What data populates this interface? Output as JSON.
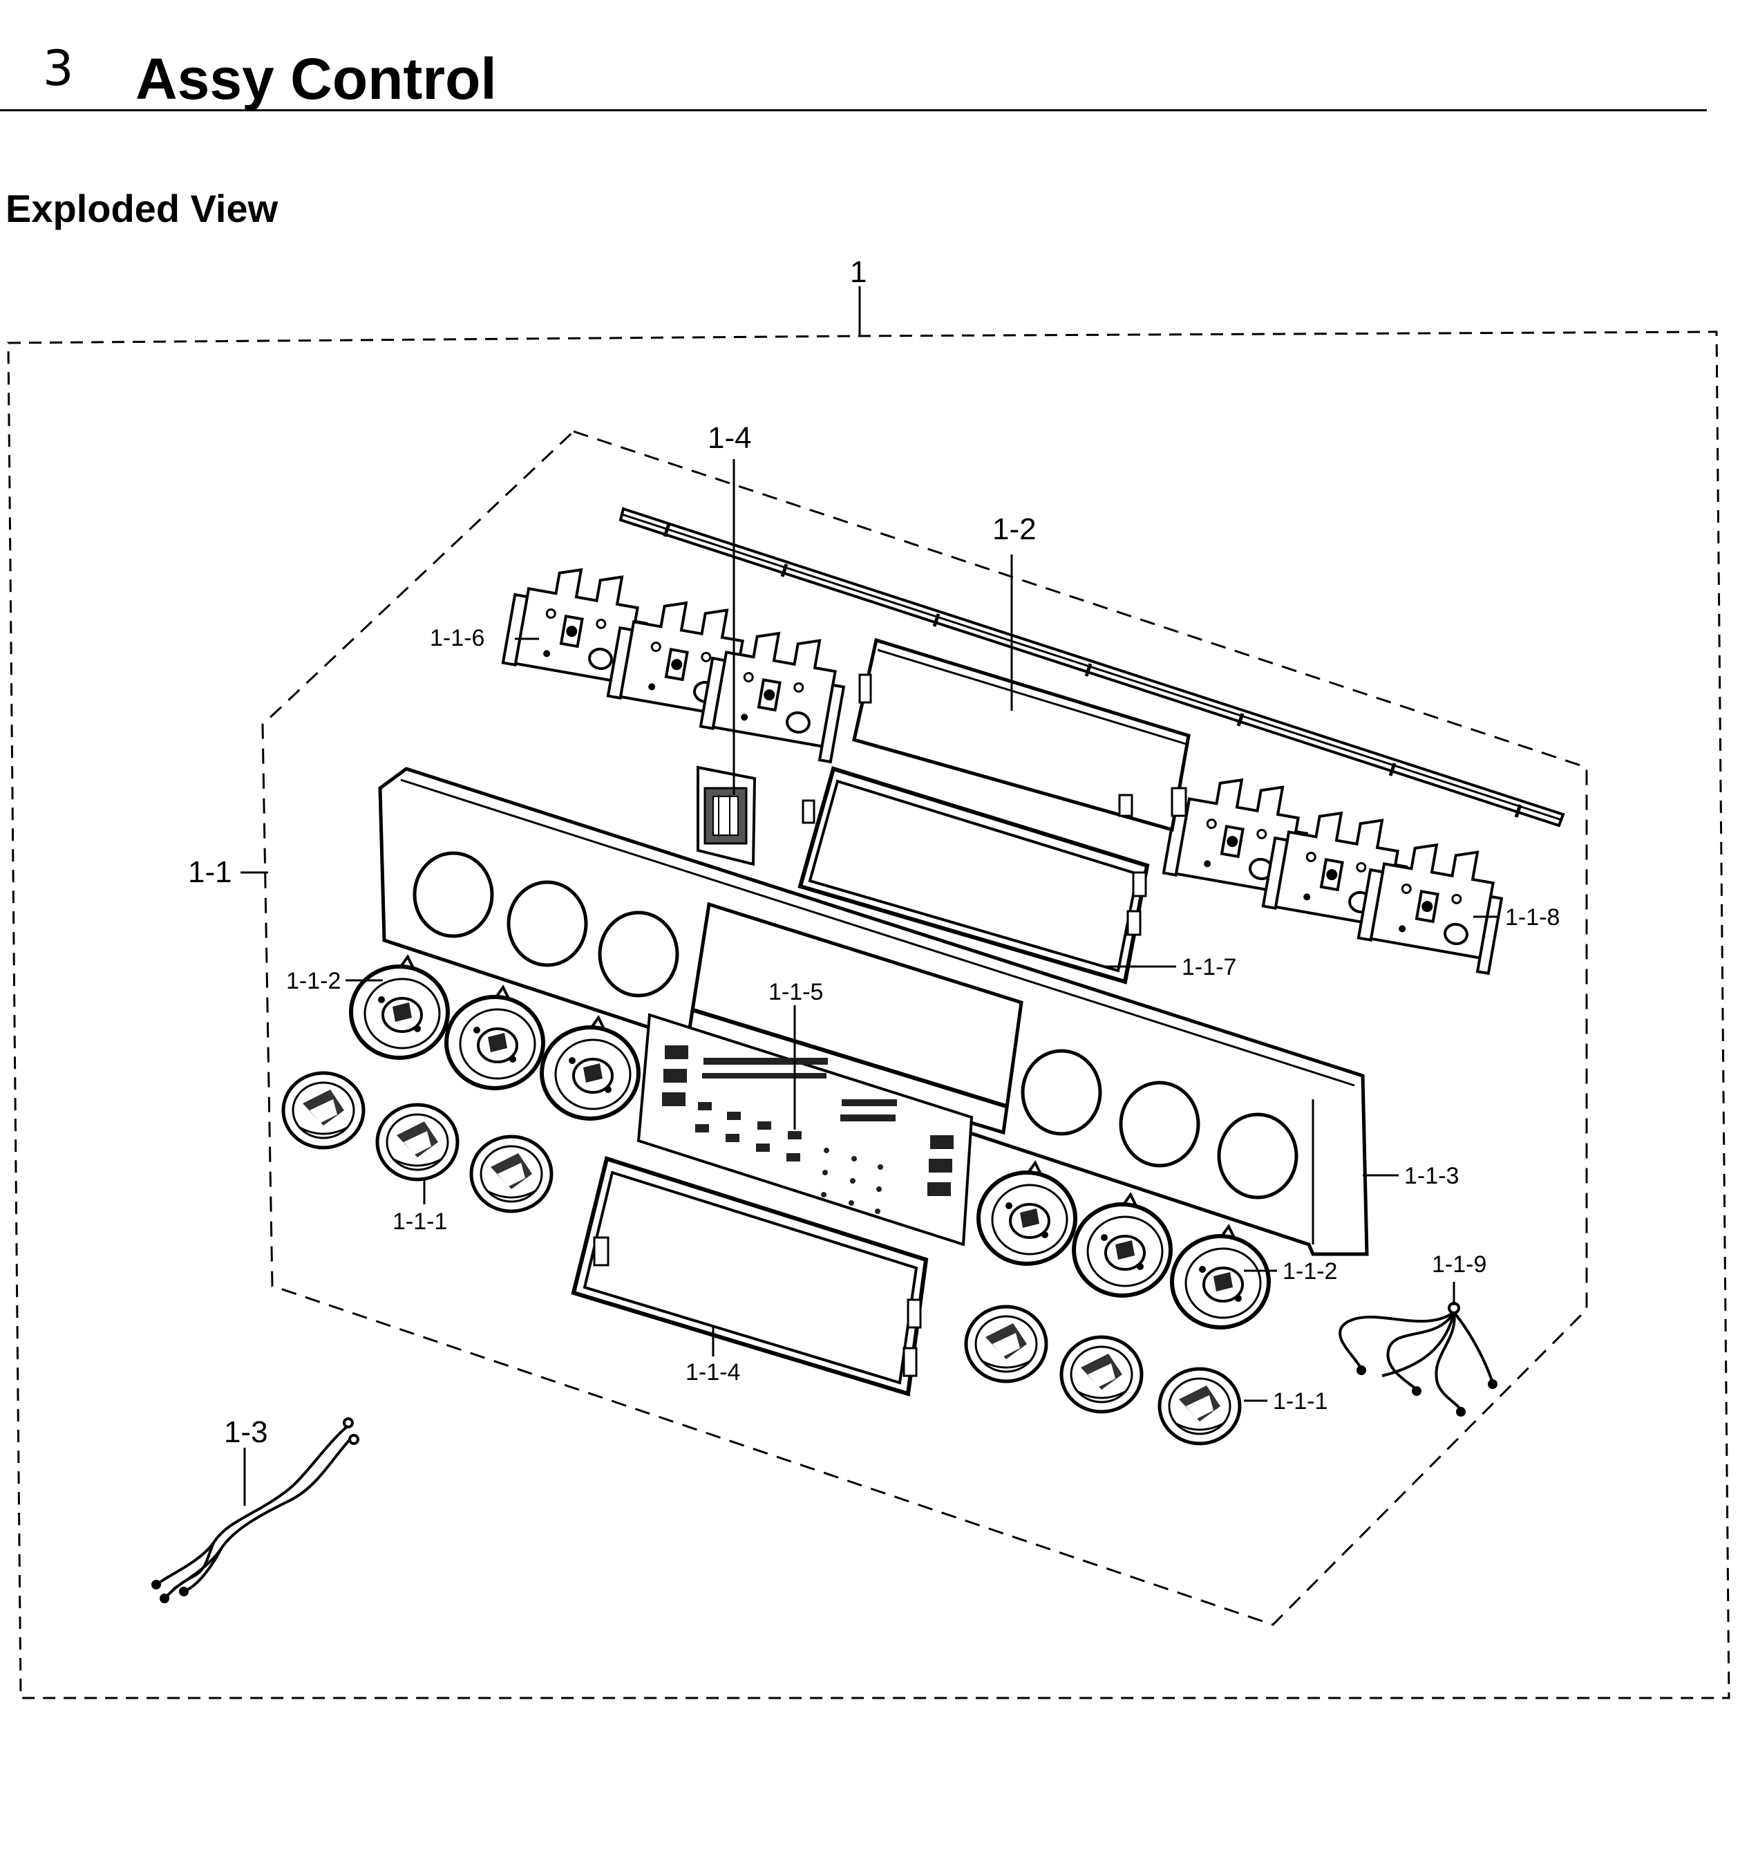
{
  "header": {
    "section_number": "3",
    "section_title": "Assy Control",
    "subtitle": "Exploded View"
  },
  "callouts": {
    "c_1": "1",
    "c_1_1": "1-1",
    "c_1_2": "1-2",
    "c_1_3": "1-3",
    "c_1_4": "1-4",
    "c_1_1_1_left": "1-1-1",
    "c_1_1_1_right": "1-1-1",
    "c_1_1_2_left": "1-1-2",
    "c_1_1_2_right": "1-1-2",
    "c_1_1_3": "1-1-3",
    "c_1_1_4": "1-1-4",
    "c_1_1_5": "1-1-5",
    "c_1_1_6": "1-1-6",
    "c_1_1_7": "1-1-7",
    "c_1_1_8": "1-1-8",
    "c_1_1_9": "1-1-9"
  }
}
